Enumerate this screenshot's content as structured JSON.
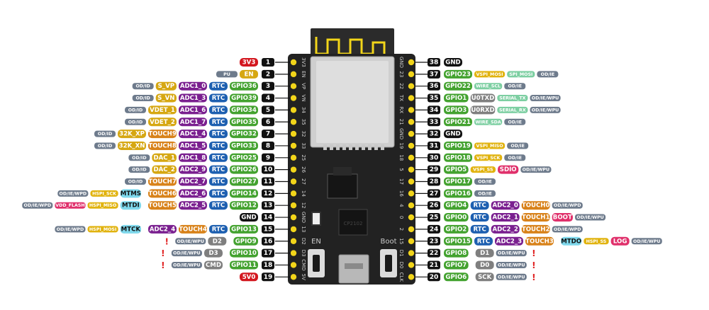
{
  "colors": {
    "power_red": "#d3171f",
    "gpio_green": "#43a22f",
    "rtc_blue": "#1d5fb0",
    "adc_purple": "#7a1f8f",
    "touch_orange": "#d8821a",
    "alt_yellow": "#d6a712",
    "attr_gray": "#6e7b8c",
    "spi_yellow": "#e1b30f",
    "serial_mint": "#7dcfa2",
    "flash_pink": "#e0306b",
    "jtag_cyan": "#7fd8ec",
    "uart_gray": "#7f7f7f",
    "black_pin": "#111111",
    "pcb_dark": "#222222",
    "header_pin": "#f2d51a",
    "warn_red": "#e02020"
  },
  "board": {
    "silk_left": [
      "3V3",
      "EN",
      "VP",
      "VN",
      "34",
      "35",
      "32",
      "33",
      "25",
      "26",
      "27",
      "14",
      "12",
      "GND",
      "13",
      "D2",
      "D3",
      "CMD",
      "5V"
    ],
    "silk_right": [
      "GND",
      "23",
      "22",
      "TX",
      "RX",
      "21",
      "GND",
      "19",
      "18",
      "5",
      "17",
      "16",
      "4",
      "0",
      "2",
      "15",
      "D1",
      "D0",
      "CLK"
    ],
    "button_en": "EN",
    "button_boot": "Boot",
    "chip_label": "CP2102"
  },
  "left_rows": [
    {
      "num": "1",
      "items": [
        {
          "t": "3V3",
          "c": "power_red"
        }
      ]
    },
    {
      "num": "2",
      "items": [
        {
          "t": "EN",
          "c": "alt_yellow"
        },
        {
          "t": "PU",
          "c": "attr_gray",
          "s": 1
        }
      ]
    },
    {
      "num": "3",
      "items": [
        {
          "t": "GPIO36",
          "c": "gpio_green"
        },
        {
          "t": "RTC",
          "c": "rtc_blue"
        },
        {
          "t": "ADC1_0",
          "c": "adc_purple"
        },
        {
          "t": "S_VP",
          "c": "alt_yellow"
        },
        {
          "t": "OD/ID",
          "c": "attr_gray",
          "s": 1
        }
      ]
    },
    {
      "num": "4",
      "items": [
        {
          "t": "GPIO39",
          "c": "gpio_green"
        },
        {
          "t": "RTC",
          "c": "rtc_blue"
        },
        {
          "t": "ADC1_3",
          "c": "adc_purple"
        },
        {
          "t": "S_VN",
          "c": "alt_yellow"
        },
        {
          "t": "OD/ID",
          "c": "attr_gray",
          "s": 1
        }
      ]
    },
    {
      "num": "5",
      "items": [
        {
          "t": "GPIO34",
          "c": "gpio_green"
        },
        {
          "t": "RTC",
          "c": "rtc_blue"
        },
        {
          "t": "ADC1_6",
          "c": "adc_purple"
        },
        {
          "t": "VDET_1",
          "c": "alt_yellow"
        },
        {
          "t": "OD/ID",
          "c": "attr_gray",
          "s": 1
        }
      ]
    },
    {
      "num": "6",
      "items": [
        {
          "t": "GPIO35",
          "c": "gpio_green"
        },
        {
          "t": "RTC",
          "c": "rtc_blue"
        },
        {
          "t": "ADC1_7",
          "c": "adc_purple"
        },
        {
          "t": "VDET_2",
          "c": "alt_yellow"
        },
        {
          "t": "OD/ID",
          "c": "attr_gray",
          "s": 1
        }
      ]
    },
    {
      "num": "7",
      "items": [
        {
          "t": "GPIO32",
          "c": "gpio_green"
        },
        {
          "t": "RTC",
          "c": "rtc_blue"
        },
        {
          "t": "ADC1_4",
          "c": "adc_purple"
        },
        {
          "t": "TOUCH9",
          "c": "touch_orange"
        },
        {
          "t": "32K_XP",
          "c": "alt_yellow"
        },
        {
          "t": "OD/ID",
          "c": "attr_gray",
          "s": 1
        }
      ]
    },
    {
      "num": "8",
      "items": [
        {
          "t": "GPIO33",
          "c": "gpio_green"
        },
        {
          "t": "RTC",
          "c": "rtc_blue"
        },
        {
          "t": "ADC1_5",
          "c": "adc_purple"
        },
        {
          "t": "TOUCH8",
          "c": "touch_orange"
        },
        {
          "t": "32K_XN",
          "c": "alt_yellow"
        },
        {
          "t": "OD/ID",
          "c": "attr_gray",
          "s": 1
        }
      ]
    },
    {
      "num": "9",
      "items": [
        {
          "t": "GPIO25",
          "c": "gpio_green"
        },
        {
          "t": "RTC",
          "c": "rtc_blue"
        },
        {
          "t": "ADC1_8",
          "c": "adc_purple"
        },
        {
          "t": "DAC_1",
          "c": "alt_yellow"
        },
        {
          "t": "OD/ID",
          "c": "attr_gray",
          "s": 1
        }
      ]
    },
    {
      "num": "10",
      "items": [
        {
          "t": "GPIO26",
          "c": "gpio_green"
        },
        {
          "t": "RTC",
          "c": "rtc_blue"
        },
        {
          "t": "ADC2_9",
          "c": "adc_purple"
        },
        {
          "t": "DAC_2",
          "c": "alt_yellow"
        },
        {
          "t": "OD/ID",
          "c": "attr_gray",
          "s": 1
        }
      ]
    },
    {
      "num": "11",
      "items": [
        {
          "t": "GPIO27",
          "c": "gpio_green"
        },
        {
          "t": "RTC",
          "c": "rtc_blue"
        },
        {
          "t": "ADC2_7",
          "c": "adc_purple"
        },
        {
          "t": "TOUCH7",
          "c": "touch_orange"
        },
        {
          "t": "OD/ID",
          "c": "attr_gray",
          "s": 1
        }
      ]
    },
    {
      "num": "12",
      "items": [
        {
          "t": "GPIO14",
          "c": "gpio_green"
        },
        {
          "t": "RTC",
          "c": "rtc_blue"
        },
        {
          "t": "ADC2_6",
          "c": "adc_purple"
        },
        {
          "t": "TOUCH6",
          "c": "touch_orange"
        },
        {
          "t": "MTMS",
          "c": "jtag_cyan",
          "d": 1
        },
        {
          "t": "HSPI_SCK",
          "c": "spi_yellow",
          "s": 1
        },
        {
          "t": "OD/IE/WPD",
          "c": "attr_gray",
          "s": 1
        }
      ]
    },
    {
      "num": "13",
      "items": [
        {
          "t": "GPIO12",
          "c": "gpio_green"
        },
        {
          "t": "RTC",
          "c": "rtc_blue"
        },
        {
          "t": "ADC2_5",
          "c": "adc_purple"
        },
        {
          "t": "TOUCH5",
          "c": "touch_orange"
        },
        {
          "t": "MTDI",
          "c": "jtag_cyan",
          "d": 1
        },
        {
          "t": "HSPI_MISO",
          "c": "spi_yellow",
          "s": 1
        },
        {
          "t": "VDD_FLASH",
          "c": "flash_pink",
          "s": 1
        },
        {
          "t": "OD/IE/WPD",
          "c": "attr_gray",
          "s": 1
        }
      ]
    },
    {
      "num": "14",
      "items": [
        {
          "t": "GND",
          "c": "black_pin"
        }
      ]
    },
    {
      "num": "15",
      "items": [
        {
          "t": "GPIO13",
          "c": "gpio_green"
        },
        {
          "t": "RTC",
          "c": "rtc_blue"
        },
        {
          "t": "TOUCH4",
          "c": "touch_orange"
        },
        {
          "t": "ADC2_4",
          "c": "adc_purple"
        },
        {
          "t": "MTCK",
          "c": "jtag_cyan",
          "d": 1
        },
        {
          "t": "HSPI_MOSI",
          "c": "spi_yellow",
          "s": 1
        },
        {
          "t": "OD/IE/WPD",
          "c": "attr_gray",
          "s": 1
        }
      ]
    },
    {
      "num": "16",
      "warn": "!",
      "items": [
        {
          "t": "GPIO9",
          "c": "gpio_green"
        },
        {
          "t": "D2",
          "c": "uart_gray",
          "d": 1
        },
        {
          "t": "OD/IE/WPU",
          "c": "attr_gray",
          "s": 1
        }
      ]
    },
    {
      "num": "17",
      "warn": "!",
      "items": [
        {
          "t": "GPIO10",
          "c": "gpio_green"
        },
        {
          "t": "D3",
          "c": "uart_gray",
          "d": 1
        },
        {
          "t": "OD/IE/WPU",
          "c": "attr_gray",
          "s": 1
        }
      ]
    },
    {
      "num": "18",
      "warn": "!",
      "items": [
        {
          "t": "GPIO11",
          "c": "gpio_green"
        },
        {
          "t": "CMD",
          "c": "uart_gray",
          "d": 1
        },
        {
          "t": "OD/IE/WPU",
          "c": "attr_gray",
          "s": 1
        }
      ]
    },
    {
      "num": "19",
      "items": [
        {
          "t": "5V0",
          "c": "power_red"
        }
      ]
    }
  ],
  "right_rows": [
    {
      "num": "38",
      "items": [
        {
          "t": "GND",
          "c": "black_pin"
        }
      ]
    },
    {
      "num": "37",
      "items": [
        {
          "t": "GPIO23",
          "c": "gpio_green"
        },
        {
          "t": "VSPI_MOSI",
          "c": "spi_yellow",
          "s": 1
        },
        {
          "t": "SPI_MOSI",
          "c": "serial_mint",
          "s": 1
        },
        {
          "t": "OD/IE",
          "c": "attr_gray",
          "s": 1
        }
      ]
    },
    {
      "num": "36",
      "items": [
        {
          "t": "GPIO22",
          "c": "gpio_green"
        },
        {
          "t": "WIRE_SCL",
          "c": "serial_mint",
          "s": 1
        },
        {
          "t": "OD/IE",
          "c": "attr_gray",
          "s": 1
        }
      ]
    },
    {
      "num": "35",
      "items": [
        {
          "t": "GPIO1",
          "c": "gpio_green"
        },
        {
          "t": "U0TXD",
          "c": "uart_gray"
        },
        {
          "t": "SERIAL_TX",
          "c": "serial_mint",
          "s": 1
        },
        {
          "t": "OD/IE/WPU",
          "c": "attr_gray",
          "s": 1
        }
      ]
    },
    {
      "num": "34",
      "items": [
        {
          "t": "GPIO3",
          "c": "gpio_green"
        },
        {
          "t": "U0RXD",
          "c": "uart_gray"
        },
        {
          "t": "SERIAL_RX",
          "c": "serial_mint",
          "s": 1
        },
        {
          "t": "OD/IE/WPU",
          "c": "attr_gray",
          "s": 1
        }
      ]
    },
    {
      "num": "33",
      "items": [
        {
          "t": "GPIO21",
          "c": "gpio_green"
        },
        {
          "t": "WIRE_SDA",
          "c": "serial_mint",
          "s": 1
        },
        {
          "t": "OD/IE",
          "c": "attr_gray",
          "s": 1
        }
      ]
    },
    {
      "num": "32",
      "items": [
        {
          "t": "GND",
          "c": "black_pin"
        }
      ]
    },
    {
      "num": "31",
      "items": [
        {
          "t": "GPIO19",
          "c": "gpio_green"
        },
        {
          "t": "VSPI_MISO",
          "c": "spi_yellow",
          "s": 1
        },
        {
          "t": "OD/IE",
          "c": "attr_gray",
          "s": 1
        }
      ]
    },
    {
      "num": "30",
      "items": [
        {
          "t": "GPIO18",
          "c": "gpio_green"
        },
        {
          "t": "VSPI_SCK",
          "c": "spi_yellow",
          "s": 1
        },
        {
          "t": "OD/IE",
          "c": "attr_gray",
          "s": 1
        }
      ]
    },
    {
      "num": "29",
      "items": [
        {
          "t": "GPIO5",
          "c": "gpio_green"
        },
        {
          "t": "VSPI_SS",
          "c": "spi_yellow",
          "s": 1
        },
        {
          "t": "SDIO",
          "c": "flash_pink"
        },
        {
          "t": "OD/IE/WPU",
          "c": "attr_gray",
          "s": 1
        }
      ]
    },
    {
      "num": "28",
      "items": [
        {
          "t": "GPIO17",
          "c": "gpio_green"
        },
        {
          "t": "OD/IE",
          "c": "attr_gray",
          "s": 1
        }
      ]
    },
    {
      "num": "27",
      "items": [
        {
          "t": "GPIO16",
          "c": "gpio_green"
        },
        {
          "t": "OD/IE",
          "c": "attr_gray",
          "s": 1
        }
      ]
    },
    {
      "num": "26",
      "items": [
        {
          "t": "GPIO4",
          "c": "gpio_green"
        },
        {
          "t": "RTC",
          "c": "rtc_blue"
        },
        {
          "t": "ADC2_0",
          "c": "adc_purple"
        },
        {
          "t": "TOUCH0",
          "c": "touch_orange"
        },
        {
          "t": "OD/IE/WPD",
          "c": "attr_gray",
          "s": 1
        }
      ]
    },
    {
      "num": "25",
      "items": [
        {
          "t": "GPIO0",
          "c": "gpio_green"
        },
        {
          "t": "RTC",
          "c": "rtc_blue"
        },
        {
          "t": "ADC2_1",
          "c": "adc_purple"
        },
        {
          "t": "TOUCH1",
          "c": "touch_orange"
        },
        {
          "t": "BOOT",
          "c": "flash_pink"
        },
        {
          "t": "OD/IE/WPU",
          "c": "attr_gray",
          "s": 1
        }
      ]
    },
    {
      "num": "24",
      "items": [
        {
          "t": "GPIO2",
          "c": "gpio_green"
        },
        {
          "t": "RTC",
          "c": "rtc_blue"
        },
        {
          "t": "ADC2_2",
          "c": "adc_purple"
        },
        {
          "t": "TOUCH2",
          "c": "touch_orange"
        },
        {
          "t": "OD/IE/WPD",
          "c": "attr_gray",
          "s": 1
        }
      ]
    },
    {
      "num": "23",
      "items": [
        {
          "t": "GPIO15",
          "c": "gpio_green"
        },
        {
          "t": "RTC",
          "c": "rtc_blue"
        },
        {
          "t": "ADC2_3",
          "c": "adc_purple"
        },
        {
          "t": "TOUCH3",
          "c": "touch_orange"
        },
        {
          "t": "MTDO",
          "c": "jtag_cyan",
          "d": 1
        },
        {
          "t": "HSPI_SS",
          "c": "spi_yellow",
          "s": 1
        },
        {
          "t": "LOG",
          "c": "flash_pink"
        },
        {
          "t": "OD/IE/WPU",
          "c": "attr_gray",
          "s": 1
        }
      ]
    },
    {
      "num": "22",
      "warn": "!",
      "items": [
        {
          "t": "GPIO8",
          "c": "gpio_green"
        },
        {
          "t": "D1",
          "c": "uart_gray",
          "d": 1
        },
        {
          "t": "OD/IE/WPU",
          "c": "attr_gray",
          "s": 1
        }
      ]
    },
    {
      "num": "21",
      "warn": "!",
      "items": [
        {
          "t": "GPIO7",
          "c": "gpio_green"
        },
        {
          "t": "D0",
          "c": "uart_gray",
          "d": 1
        },
        {
          "t": "OD/IE/WPU",
          "c": "attr_gray",
          "s": 1
        }
      ]
    },
    {
      "num": "20",
      "warn": "!",
      "items": [
        {
          "t": "GPIO6",
          "c": "gpio_green"
        },
        {
          "t": "SCK",
          "c": "uart_gray",
          "d": 1
        },
        {
          "t": "OD/IE/WPU",
          "c": "attr_gray",
          "s": 1
        }
      ]
    }
  ]
}
